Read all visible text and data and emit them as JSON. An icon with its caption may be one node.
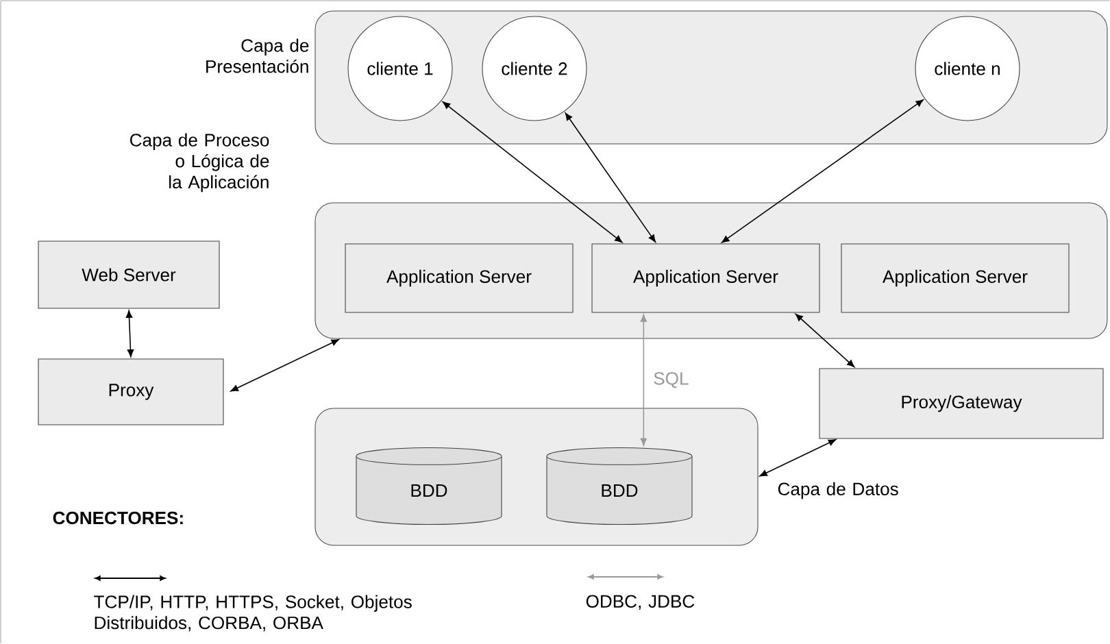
{
  "diagram": {
    "nodes": [
      {
        "text": [
          "Capa de Presentación"
        ]
      },
      {
        "text": [
          "cliente 1"
        ],
        "in": 0
      },
      {
        "text": [
          "cliente 2"
        ],
        "in": 0
      },
      {
        "text": [
          "cliente n"
        ],
        "in": 0
      },
      {
        "text": [
          "Capa de Proceso o Lógica de la Aplicación"
        ]
      },
      {
        "text": [
          "Application Server"
        ],
        "in": 4
      },
      {
        "text": [
          "Application Server"
        ],
        "in": 4
      },
      {
        "text": [
          "Application Server"
        ],
        "in": 4
      },
      {
        "text": [
          "Web Server"
        ]
      },
      {
        "text": [
          "Proxy"
        ]
      },
      {
        "text": [
          "Proxy/Gateway"
        ]
      },
      {
        "text": [
          "Capa de Datos"
        ]
      },
      {
        "text": [
          "BDD"
        ],
        "in": 11
      },
      {
        "text": [
          "BDD"
        ],
        "in": 11
      }
    ],
    "edges": [
      {
        "from": 6,
        "to": 1,
        "arrow": "both"
      },
      {
        "from": 6,
        "to": 2,
        "arrow": "both"
      },
      {
        "from": 6,
        "to": 3,
        "arrow": "both"
      },
      {
        "from": 8,
        "to": 9,
        "arrow": "both"
      },
      {
        "from": 9,
        "to": 4,
        "arrow": "both"
      },
      {
        "from": 6,
        "to": 13,
        "arrow": "both",
        "label": "SQL",
        "color": "#999999"
      },
      {
        "from": 6,
        "to": 10,
        "arrow": "both"
      },
      {
        "from": 10,
        "to": 11,
        "arrow": "both"
      }
    ],
    "labels": [
      "CONECTORES:"
    ],
    "legend": [
      {
        "text": "TCP/IP, HTTP, HTTPS, Socket, Objetos Distribuidos, CORBA, ORBA"
      },
      {
        "text": "ODBC, JDBC"
      }
    ]
  }
}
